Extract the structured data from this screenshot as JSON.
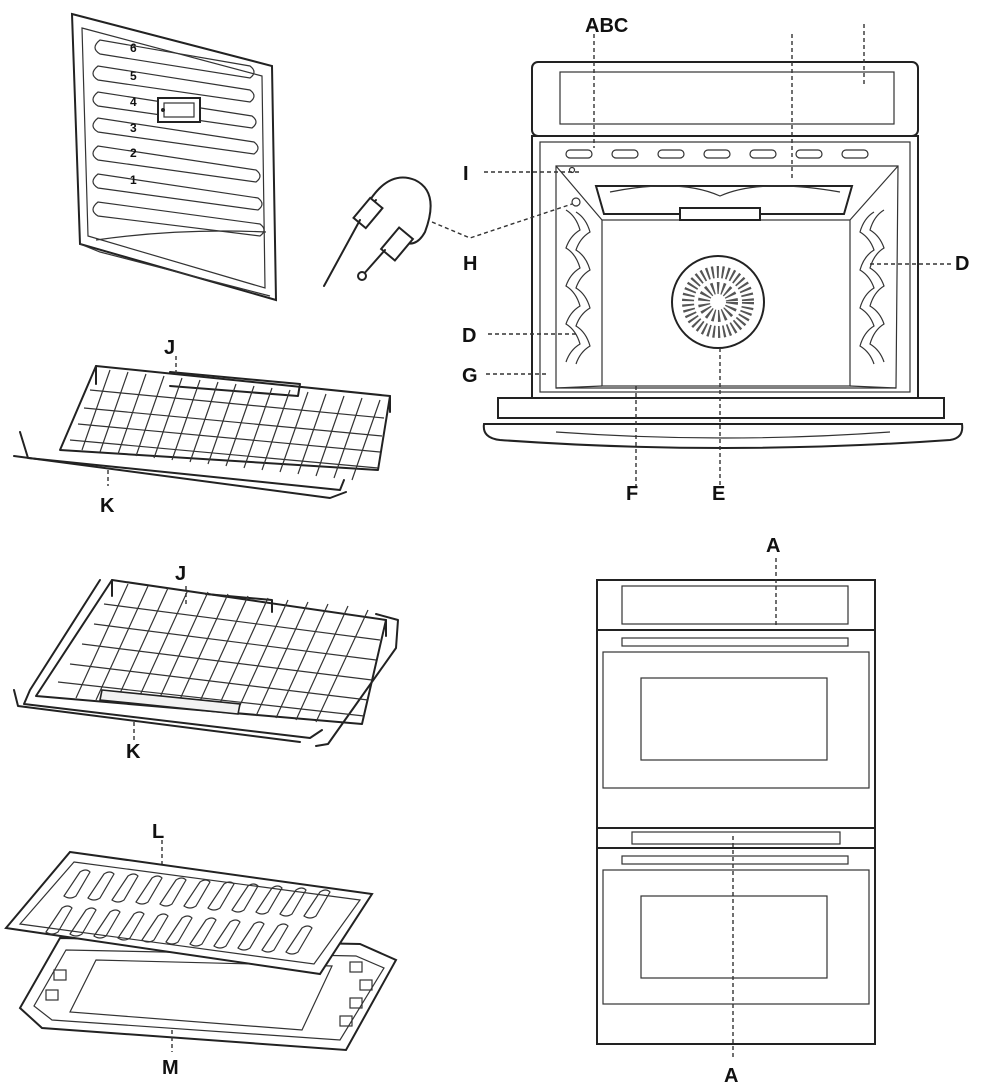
{
  "labels": {
    "abc": "ABC",
    "i": "I",
    "h": "H",
    "d_right": "D",
    "d_left": "D",
    "g": "G",
    "f": "F",
    "e": "E",
    "j_top": "J",
    "k_top": "K",
    "j_mid": "J",
    "k_mid": "K",
    "l": "L",
    "m": "M",
    "a_top": "A",
    "a_bottom": "A"
  },
  "rack_positions": [
    "6",
    "5",
    "4",
    "3",
    "2",
    "1"
  ]
}
